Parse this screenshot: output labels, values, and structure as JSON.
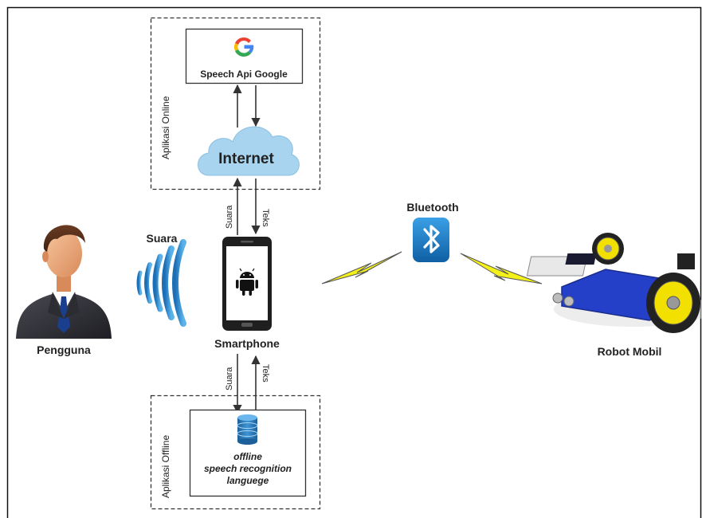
{
  "online_group": {
    "label": "Aplikasi Online"
  },
  "offline_group": {
    "label": "Aplikasi Offline"
  },
  "google_box": {
    "label": "Speech Api Google",
    "logo_letter": "G"
  },
  "internet": {
    "label": "Internet"
  },
  "arrows": {
    "up_voice": "Suara",
    "down_text": "Teks",
    "down_voice": "Suara",
    "up_text": "Teks"
  },
  "user": {
    "label": "Pengguna",
    "voice_label": "Suara"
  },
  "smartphone": {
    "label": "Smartphone"
  },
  "bluetooth": {
    "label": "Bluetooth"
  },
  "robot": {
    "label": "Robot Mobil"
  },
  "offline_box": {
    "line1": "offline",
    "line2": "speech recognition",
    "line3": "languege"
  },
  "colors": {
    "cloud": "#a9d4f0",
    "google_blue": "#4285f4",
    "google_red": "#ea4335",
    "google_yellow": "#fbbc05",
    "google_green": "#34a853",
    "bluetooth": "#1a82c9",
    "lightning": "#f4f01a",
    "robot_wheel": "#f2e000",
    "robot_body": "#2540c8",
    "database": "#2c7dbf",
    "android": "#111111"
  }
}
